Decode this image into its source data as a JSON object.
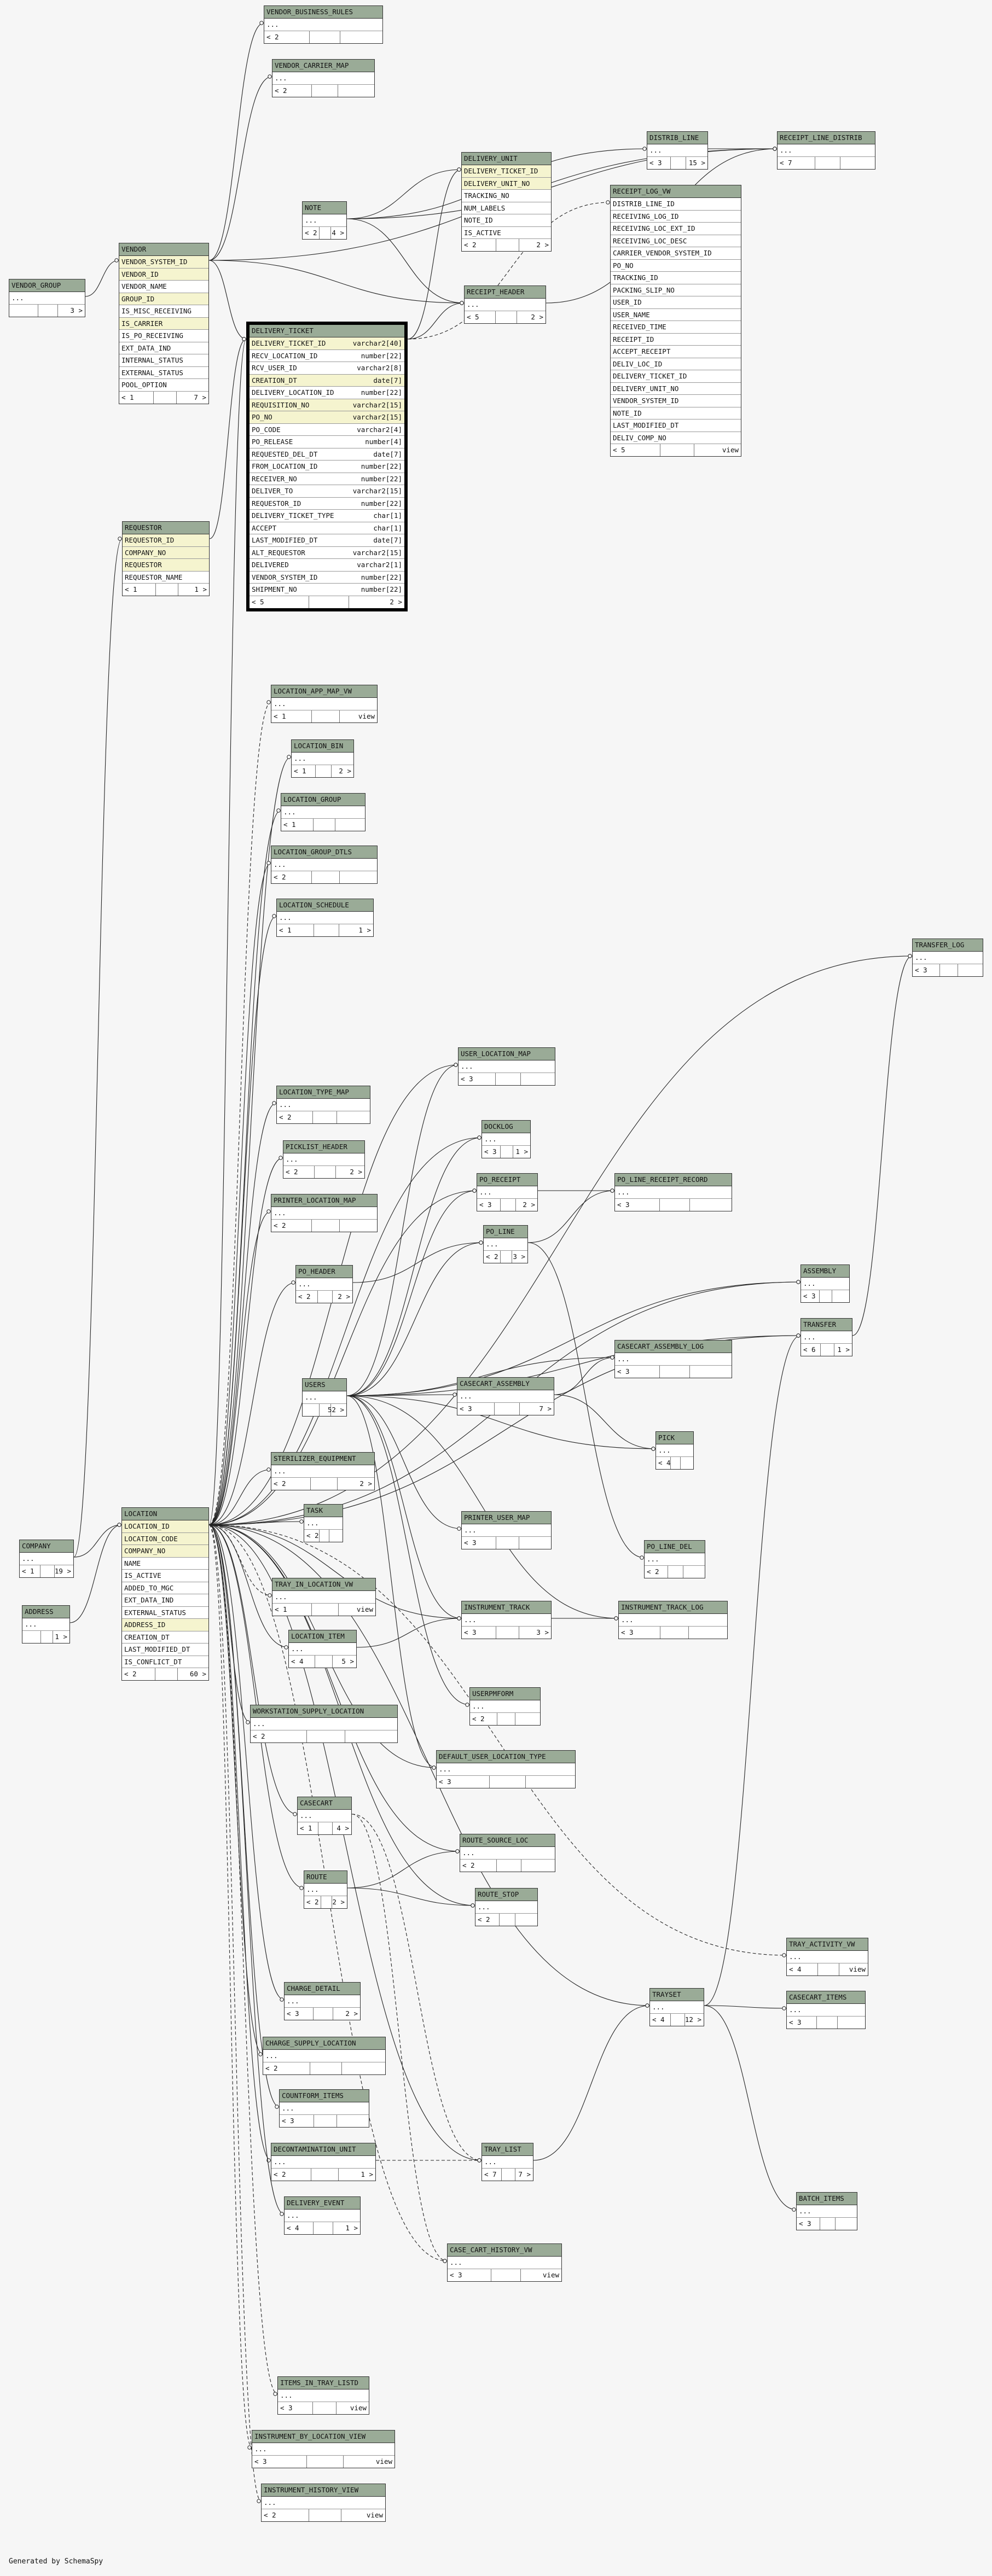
{
  "generated_by": "Generated by SchemaSpy",
  "tables": [
    {
      "id": "vendor_business_rules",
      "name": "VENDOR_BUSINESS_RULES",
      "rows": [
        "..."
      ],
      "foot": [
        "< 2",
        "",
        ""
      ]
    },
    {
      "id": "vendor_carrier_map",
      "name": "VENDOR_CARRIER_MAP",
      "rows": [
        "..."
      ],
      "foot": [
        "< 2",
        "",
        ""
      ]
    },
    {
      "id": "distrib_line",
      "name": "DISTRIB_LINE",
      "rows": [
        "..."
      ],
      "foot": [
        "< 3",
        "",
        "15 >"
      ]
    },
    {
      "id": "receipt_line_distrib",
      "name": "RECEIPT_LINE_DISTRIB",
      "rows": [
        "..."
      ],
      "foot": [
        "< 7",
        "",
        ""
      ]
    },
    {
      "id": "delivery_unit",
      "name": "DELIVERY_UNIT",
      "rows": [
        "DELIVERY_TICKET_ID",
        "DELIVERY_UNIT_NO",
        "TRACKING_NO",
        "NUM_LABELS",
        "NOTE_ID",
        "IS_ACTIVE"
      ],
      "keys": [
        0,
        1
      ],
      "foot": [
        "< 2",
        "",
        "2 >"
      ]
    },
    {
      "id": "receipt_log_vw",
      "name": "RECEIPT_LOG_VW",
      "rows": [
        "DISTRIB_LINE_ID",
        "RECEIVING_LOG_ID",
        "RECEIVING_LOC_EXT_ID",
        "RECEIVING_LOC_DESC",
        "CARRIER_VENDOR_SYSTEM_ID",
        "PO_NO",
        "TRACKING_ID",
        "PACKING_SLIP_NO",
        "USER_ID",
        "USER_NAME",
        "RECEIVED_TIME",
        "RECEIPT_ID",
        "ACCEPT_RECEIPT",
        "DELIV_LOC_ID",
        "DELIVERY_TICKET_ID",
        "DELIVERY_UNIT_NO",
        "VENDOR_SYSTEM_ID",
        "NOTE_ID",
        "LAST_MODIFIED_DT",
        "DELIV_COMP_NO"
      ],
      "foot": [
        "< 5",
        "",
        "view"
      ]
    },
    {
      "id": "note",
      "name": "NOTE",
      "rows": [
        "..."
      ],
      "foot": [
        "< 2",
        "",
        "4 >"
      ]
    },
    {
      "id": "vendor_group",
      "name": "VENDOR_GROUP",
      "rows": [
        "..."
      ],
      "foot": [
        "",
        "",
        "3 >"
      ]
    },
    {
      "id": "vendor",
      "name": "VENDOR",
      "rows": [
        "VENDOR_SYSTEM_ID",
        "VENDOR_ID",
        "VENDOR_NAME",
        "GROUP_ID",
        "IS_MISC_RECEIVING",
        "IS_CARRIER",
        "IS_PO_RECEIVING",
        "EXT_DATA_IND",
        "INTERNAL_STATUS",
        "EXTERNAL_STATUS",
        "POOL_OPTION"
      ],
      "keys": [
        0,
        1,
        3,
        5
      ],
      "foot": [
        "< 1",
        "",
        "7 >"
      ]
    },
    {
      "id": "receipt_header",
      "name": "RECEIPT_HEADER",
      "rows": [
        "..."
      ],
      "foot": [
        "< 5",
        "",
        "2 >"
      ]
    },
    {
      "id": "delivery_ticket",
      "name": "DELIVERY_TICKET",
      "rows": [
        "DELIVERY_TICKET_ID",
        "RECV_LOCATION_ID",
        "RCV_USER_ID",
        "CREATION_DT",
        "DELIVERY_LOCATION_ID",
        "REQUISITION_NO",
        "PO_NO",
        "PO_CODE",
        "PO_RELEASE",
        "REQUESTED_DEL_DT",
        "FROM_LOCATION_ID",
        "RECEIVER_NO",
        "DELIVER_TO",
        "REQUESTOR_ID",
        "DELIVERY_TICKET_TYPE",
        "ACCEPT",
        "LAST_MODIFIED_DT",
        "ALT_REQUESTOR",
        "DELIVERED",
        "VENDOR_SYSTEM_ID",
        "SHIPMENT_NO"
      ],
      "types": [
        "varchar2[40]",
        "number[22]",
        "varchar2[8]",
        "date[7]",
        "number[22]",
        "varchar2[15]",
        "varchar2[15]",
        "varchar2[4]",
        "number[4]",
        "date[7]",
        "number[22]",
        "number[22]",
        "varchar2[15]",
        "number[22]",
        "char[1]",
        "char[1]",
        "date[7]",
        "varchar2[15]",
        "varchar2[1]",
        "number[22]",
        "number[22]"
      ],
      "keys": [
        0,
        3,
        5,
        6
      ],
      "foot": [
        "< 5",
        "",
        "2 >"
      ]
    },
    {
      "id": "requestor",
      "name": "REQUESTOR",
      "rows": [
        "REQUESTOR_ID",
        "COMPANY_NO",
        "REQUESTOR",
        "REQUESTOR_NAME"
      ],
      "keys": [
        0,
        1,
        2
      ],
      "foot": [
        "< 1",
        "",
        "1 >"
      ]
    },
    {
      "id": "location_app_map_vw",
      "name": "LOCATION_APP_MAP_VW",
      "rows": [
        "..."
      ],
      "foot": [
        "< 1",
        "",
        "view"
      ]
    },
    {
      "id": "location_bin",
      "name": "LOCATION_BIN",
      "rows": [
        "..."
      ],
      "foot": [
        "< 1",
        "",
        "2 >"
      ]
    },
    {
      "id": "location_group",
      "name": "LOCATION_GROUP",
      "rows": [
        "..."
      ],
      "foot": [
        "< 1",
        "",
        ""
      ]
    },
    {
      "id": "location_group_dtls",
      "name": "LOCATION_GROUP_DTLS",
      "rows": [
        "..."
      ],
      "foot": [
        "< 2",
        "",
        ""
      ]
    },
    {
      "id": "location_schedule",
      "name": "LOCATION_SCHEDULE",
      "rows": [
        "..."
      ],
      "foot": [
        "< 1",
        "",
        "1 >"
      ]
    },
    {
      "id": "transfer_log",
      "name": "TRANSFER_LOG",
      "rows": [
        "..."
      ],
      "foot": [
        "< 3",
        "",
        ""
      ]
    },
    {
      "id": "user_location_map",
      "name": "USER_LOCATION_MAP",
      "rows": [
        "..."
      ],
      "foot": [
        "< 3",
        "",
        ""
      ]
    },
    {
      "id": "location_type_map",
      "name": "LOCATION_TYPE_MAP",
      "rows": [
        "..."
      ],
      "foot": [
        "< 2",
        "",
        ""
      ]
    },
    {
      "id": "docklog",
      "name": "DOCKLOG",
      "rows": [
        "..."
      ],
      "foot": [
        "< 3",
        "",
        "1 >"
      ]
    },
    {
      "id": "picklist_header",
      "name": "PICKLIST_HEADER",
      "rows": [
        "..."
      ],
      "foot": [
        "< 2",
        "",
        "2 >"
      ]
    },
    {
      "id": "po_receipt",
      "name": "PO_RECEIPT",
      "rows": [
        "..."
      ],
      "foot": [
        "< 3",
        "",
        "2 >"
      ]
    },
    {
      "id": "po_line_receipt_record",
      "name": "PO_LINE_RECEIPT_RECORD",
      "rows": [
        "..."
      ],
      "foot": [
        "< 3",
        "",
        ""
      ]
    },
    {
      "id": "printer_location_map",
      "name": "PRINTER_LOCATION_MAP",
      "rows": [
        "..."
      ],
      "foot": [
        "< 2",
        "",
        ""
      ]
    },
    {
      "id": "po_line",
      "name": "PO_LINE",
      "rows": [
        "..."
      ],
      "foot": [
        "< 2",
        "",
        "3 >"
      ]
    },
    {
      "id": "po_header",
      "name": "PO_HEADER",
      "rows": [
        "..."
      ],
      "foot": [
        "< 2",
        "",
        "2 >"
      ]
    },
    {
      "id": "assembly",
      "name": "ASSEMBLY",
      "rows": [
        "..."
      ],
      "foot": [
        "< 3",
        "",
        ""
      ]
    },
    {
      "id": "transfer",
      "name": "TRANSFER",
      "rows": [
        "..."
      ],
      "foot": [
        "< 6",
        "",
        "1 >"
      ]
    },
    {
      "id": "casecart_assembly_log",
      "name": "CASECART_ASSEMBLY_LOG",
      "rows": [
        "..."
      ],
      "foot": [
        "< 3",
        "",
        ""
      ]
    },
    {
      "id": "users",
      "name": "USERS",
      "rows": [
        "..."
      ],
      "foot": [
        "",
        "",
        "52 >"
      ]
    },
    {
      "id": "casecart_assembly",
      "name": "CASECART_ASSEMBLY",
      "rows": [
        "..."
      ],
      "foot": [
        "< 3",
        "",
        "7 >"
      ]
    },
    {
      "id": "pick",
      "name": "PICK",
      "rows": [
        "..."
      ],
      "foot": [
        "< 4",
        "",
        ""
      ]
    },
    {
      "id": "sterilizer_equipment",
      "name": "STERILIZER_EQUIPMENT",
      "rows": [
        "..."
      ],
      "foot": [
        "< 2",
        "",
        "2 >"
      ]
    },
    {
      "id": "task",
      "name": "TASK",
      "rows": [
        "..."
      ],
      "foot": [
        "< 2",
        "",
        ""
      ]
    },
    {
      "id": "printer_user_map",
      "name": "PRINTER_USER_MAP",
      "rows": [
        "..."
      ],
      "foot": [
        "< 3",
        "",
        ""
      ]
    },
    {
      "id": "location",
      "name": "LOCATION",
      "rows": [
        "LOCATION_ID",
        "LOCATION_CODE",
        "COMPANY_NO",
        "NAME",
        "IS_ACTIVE",
        "ADDED_TO_MGC",
        "EXT_DATA_IND",
        "EXTERNAL_STATUS",
        "ADDRESS_ID",
        "CREATION_DT",
        "LAST_MODIFIED_DT",
        "IS_CONFLICT_DT"
      ],
      "keys": [
        0,
        1,
        2,
        8
      ],
      "foot": [
        "< 2",
        "",
        "60 >"
      ]
    },
    {
      "id": "company",
      "name": "COMPANY",
      "rows": [
        "..."
      ],
      "foot": [
        "< 1",
        "",
        "19 >"
      ]
    },
    {
      "id": "po_line_del",
      "name": "PO_LINE_DEL",
      "rows": [
        "..."
      ],
      "foot": [
        "< 2",
        "",
        ""
      ]
    },
    {
      "id": "tray_in_location_vw",
      "name": "TRAY_IN_LOCATION_VW",
      "rows": [
        "..."
      ],
      "foot": [
        "< 1",
        "",
        "view"
      ]
    },
    {
      "id": "instrument_track",
      "name": "INSTRUMENT_TRACK",
      "rows": [
        "..."
      ],
      "foot": [
        "< 3",
        "",
        "3 >"
      ]
    },
    {
      "id": "instrument_track_log",
      "name": "INSTRUMENT_TRACK_LOG",
      "rows": [
        "..."
      ],
      "foot": [
        "< 3",
        "",
        ""
      ]
    },
    {
      "id": "address",
      "name": "ADDRESS",
      "rows": [
        "..."
      ],
      "foot": [
        "",
        "",
        "1 >"
      ]
    },
    {
      "id": "location_item",
      "name": "LOCATION_ITEM",
      "rows": [
        "..."
      ],
      "foot": [
        "< 4",
        "",
        "5 >"
      ]
    },
    {
      "id": "userpmform",
      "name": "USERPMFORM",
      "rows": [
        "..."
      ],
      "foot": [
        "< 2",
        "",
        ""
      ]
    },
    {
      "id": "workstation_supply_location",
      "name": "WORKSTATION_SUPPLY_LOCATION",
      "rows": [
        "..."
      ],
      "foot": [
        "< 2",
        "",
        ""
      ]
    },
    {
      "id": "default_user_location_type",
      "name": "DEFAULT_USER_LOCATION_TYPE",
      "rows": [
        "..."
      ],
      "foot": [
        "< 3",
        "",
        ""
      ]
    },
    {
      "id": "casecart",
      "name": "CASECART",
      "rows": [
        "..."
      ],
      "foot": [
        "< 1",
        "",
        "4 >"
      ]
    },
    {
      "id": "route_source_loc",
      "name": "ROUTE_SOURCE_LOC",
      "rows": [
        "..."
      ],
      "foot": [
        "< 2",
        "",
        ""
      ]
    },
    {
      "id": "route",
      "name": "ROUTE",
      "rows": [
        "..."
      ],
      "foot": [
        "< 2",
        "",
        "2 >"
      ]
    },
    {
      "id": "route_stop",
      "name": "ROUTE_STOP",
      "rows": [
        "..."
      ],
      "foot": [
        "< 2",
        "",
        ""
      ]
    },
    {
      "id": "tray_activity_vw",
      "name": "TRAY_ACTIVITY_VW",
      "rows": [
        "..."
      ],
      "foot": [
        "< 4",
        "",
        "view"
      ]
    },
    {
      "id": "charge_detail",
      "name": "CHARGE_DETAIL",
      "rows": [
        "..."
      ],
      "foot": [
        "< 3",
        "",
        "2 >"
      ]
    },
    {
      "id": "trayset",
      "name": "TRAYSET",
      "rows": [
        "..."
      ],
      "foot": [
        "< 4",
        "",
        "12 >"
      ]
    },
    {
      "id": "casecart_items",
      "name": "CASECART_ITEMS",
      "rows": [
        "..."
      ],
      "foot": [
        "< 3",
        "",
        ""
      ]
    },
    {
      "id": "charge_supply_location",
      "name": "CHARGE_SUPPLY_LOCATION",
      "rows": [
        "..."
      ],
      "foot": [
        "< 2",
        "",
        ""
      ]
    },
    {
      "id": "countform_items",
      "name": "COUNTFORM_ITEMS",
      "rows": [
        "..."
      ],
      "foot": [
        "< 3",
        "",
        ""
      ]
    },
    {
      "id": "decontamination_unit",
      "name": "DECONTAMINATION_UNIT",
      "rows": [
        "..."
      ],
      "foot": [
        "< 2",
        "",
        "1 >"
      ]
    },
    {
      "id": "tray_list",
      "name": "TRAY_LIST",
      "rows": [
        "..."
      ],
      "foot": [
        "< 7",
        "",
        "7 >"
      ]
    },
    {
      "id": "delivery_event",
      "name": "DELIVERY_EVENT",
      "rows": [
        "..."
      ],
      "foot": [
        "< 4",
        "",
        "1 >"
      ]
    },
    {
      "id": "batch_items",
      "name": "BATCH_ITEMS",
      "rows": [
        "..."
      ],
      "foot": [
        "< 3",
        "",
        ""
      ]
    },
    {
      "id": "case_cart_history_vw",
      "name": "CASE_CART_HISTORY_VW",
      "rows": [
        "..."
      ],
      "foot": [
        "< 3",
        "",
        "view"
      ]
    },
    {
      "id": "items_in_tray_listd",
      "name": "ITEMS_IN_TRAY_LISTD",
      "rows": [
        "..."
      ],
      "foot": [
        "< 3",
        "",
        "view"
      ]
    },
    {
      "id": "instrument_by_location_view",
      "name": "INSTRUMENT_BY_LOCATION_VIEW",
      "rows": [
        "..."
      ],
      "foot": [
        "< 3",
        "",
        "view"
      ]
    },
    {
      "id": "instrument_history_view",
      "name": "INSTRUMENT_HISTORY_VIEW",
      "rows": [
        "..."
      ],
      "foot": [
        "< 2",
        "",
        "view"
      ]
    }
  ]
}
